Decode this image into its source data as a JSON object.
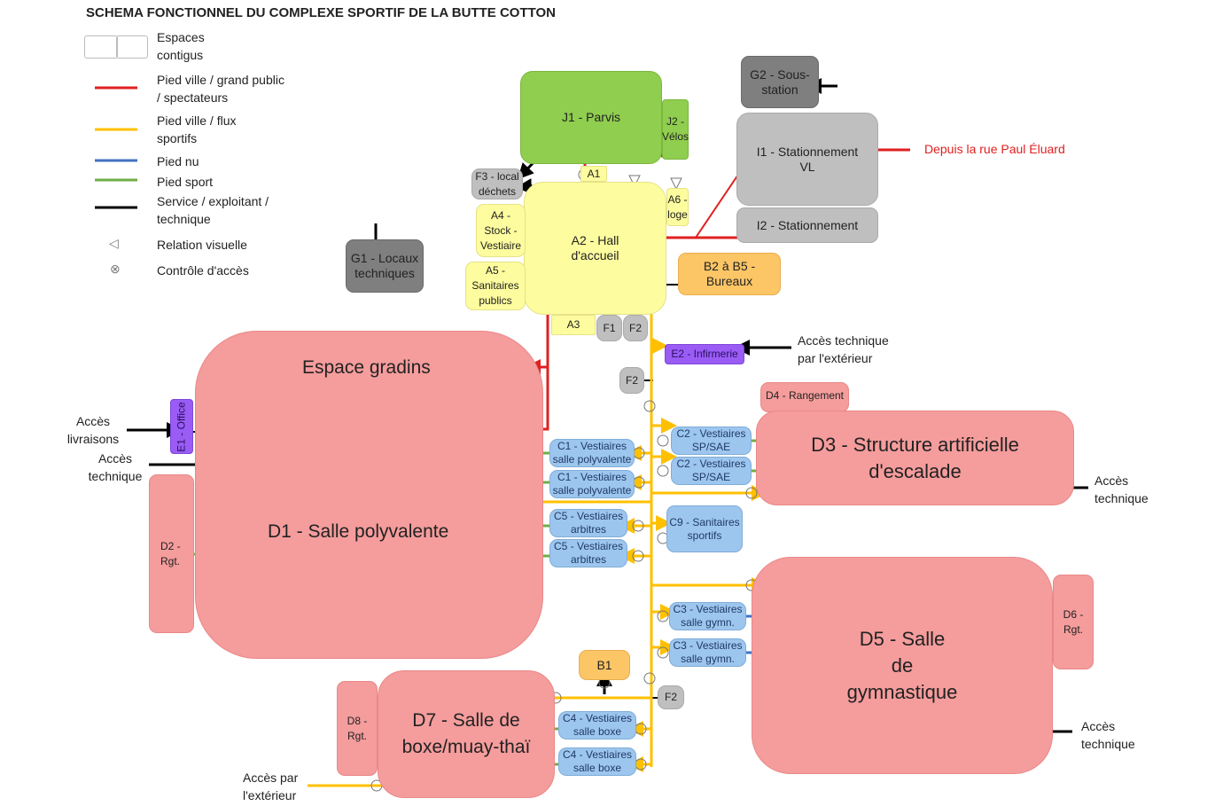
{
  "title": "SCHEMA FONCTIONNEL DU COMPLEXE SPORTIF DE LA BUTTE COTTON",
  "legend": {
    "contigus": "Espaces contigus",
    "red": "Pied ville / grand public / spectateurs",
    "yellow": "Pied ville / flux sportifs",
    "blue": "Pied nu",
    "green": "Pied sport",
    "black": "Service / exploitant / technique",
    "visual": "Relation visuelle",
    "control": "Contrôle d'accès"
  },
  "colors": {
    "red": "#e02020",
    "yellow": "#ffc000",
    "blue": "#4472c4",
    "green": "#70ad47",
    "black": "#000000",
    "hall": "#fdfc9e",
    "salle": "#f59c9c",
    "vestiaires": "#9dc6ee"
  },
  "rooms": {
    "g1": "G1 - Locaux techniques",
    "j1": "J1 - Parvis",
    "j2": "J2 - Vélos",
    "g2": "G2 - Sous-station",
    "i1": "I1 - Stationnement VL",
    "i2": "I2 - Stationnement",
    "f3": "F3 - local déchets",
    "a1": "A1",
    "a2": "A2 - Hall d'accueil",
    "a3": "A3",
    "a4": "A4 - Stock - Vestiaire",
    "a5": "A5 - Sanitaires publics",
    "a6": "A6 - loge",
    "f1": "F1",
    "f2": "F2",
    "b25": "B2 à B5 - Bureaux",
    "e2": "E2 - Infirmerie",
    "d4": "D4 - Rangement",
    "d3": "D3 - Structure artificielle d'escalade",
    "d1_gradins": "Espace gradins",
    "d1": "D1 - Salle polyvalente",
    "e1": "E1 - Office",
    "d2": "D2 - Rgt.",
    "c1": "C1 - Vestiaires salle polyvalente",
    "c5": "C5 - Vestiaires arbitres",
    "c2": "C2 - Vestiaires SP/SAE",
    "c9": "C9 - Sanitaires sportifs",
    "c3": "C3 - Vestiaires salle gymn.",
    "c4": "C4 - Vestiaires salle boxe",
    "d5": "D5 - Salle de gymnastique",
    "d6": "D6 - Rgt.",
    "b1": "B1",
    "d7": "D7 - Salle de boxe/muay-thaï",
    "d8": "D8 - Rgt."
  },
  "annotations": {
    "rue": "Depuis la rue Paul Éluard",
    "acces_tech_ext": "Accès technique par l'extérieur",
    "acces_livraisons": "Accès livraisons",
    "acces_technique": "Accès technique",
    "acces_exterieur": "Accès par l'extérieur"
  }
}
